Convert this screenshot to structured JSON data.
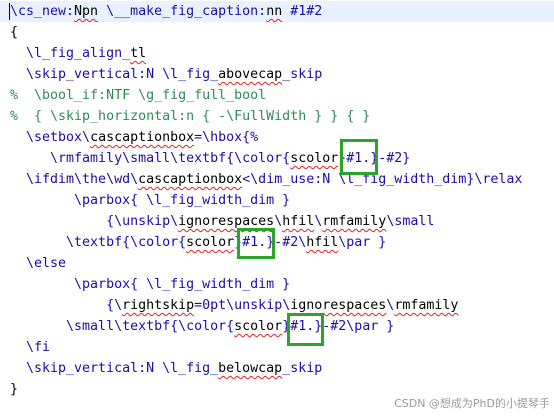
{
  "editor": {
    "lines": [
      [
        {
          "t": "\\cs_new:",
          "c": "cmd"
        },
        {
          "t": "Npn",
          "c": "sp"
        },
        {
          "t": " \\__make_fig_caption:",
          "c": "cmd"
        },
        {
          "t": "nn",
          "c": "sp"
        },
        {
          "t": " #1#2",
          "c": "cmd"
        }
      ],
      [
        {
          "t": "{",
          "c": "plain"
        }
      ],
      [
        {
          "t": "  \\l_fig_align_",
          "c": "cmd"
        },
        {
          "t": "tl",
          "c": "sp"
        }
      ],
      [
        {
          "t": "  \\skip_vertical:N \\l_fig_",
          "c": "cmd"
        },
        {
          "t": "abovecap",
          "c": "sp"
        },
        {
          "t": "_skip",
          "c": "cmd"
        }
      ],
      [
        {
          "t": "%  \\bool_if:NTF \\g_fig_full_bool",
          "c": "comment"
        }
      ],
      [
        {
          "t": "%  { \\skip_horizontal:n { -\\FullWidth } } { }",
          "c": "comment"
        }
      ],
      [
        {
          "t": "  \\setbox\\",
          "c": "cmd"
        },
        {
          "t": "cascaptionbox",
          "c": "sp"
        },
        {
          "t": "=\\hbox{%",
          "c": "cmd"
        }
      ],
      [
        {
          "t": "     \\rmfamily\\small\\textbf{\\color{",
          "c": "cmd"
        },
        {
          "t": "scolor",
          "c": "sp"
        },
        {
          "t": "}#1.}-#2}",
          "c": "cmd"
        }
      ],
      [
        {
          "t": "  \\ifdim\\the\\wd\\",
          "c": "cmd"
        },
        {
          "t": "cascaptionbox",
          "c": "sp"
        },
        {
          "t": "<\\dim_use:N \\l_fig_width_dim}\\relax",
          "c": "cmd"
        }
      ],
      [
        {
          "t": "        \\parbox{ \\l_fig_width_dim }",
          "c": "cmd"
        }
      ],
      [
        {
          "t": "            {\\unskip\\",
          "c": "cmd"
        },
        {
          "t": "ignorespaces",
          "c": "sp"
        },
        {
          "t": "\\",
          "c": "cmd"
        },
        {
          "t": "hfil",
          "c": "sp"
        },
        {
          "t": "\\",
          "c": "cmd"
        },
        {
          "t": "rmfamily",
          "c": "sp"
        },
        {
          "t": "\\small",
          "c": "cmd"
        }
      ],
      [
        {
          "t": "       \\textbf{\\color{",
          "c": "cmd"
        },
        {
          "t": "scolor",
          "c": "sp"
        },
        {
          "t": "}#1.}-#2\\",
          "c": "cmd"
        },
        {
          "t": "hfil",
          "c": "sp"
        },
        {
          "t": "\\par }",
          "c": "cmd"
        }
      ],
      [
        {
          "t": "  \\else",
          "c": "cmd"
        }
      ],
      [
        {
          "t": "        \\parbox{ \\l_fig_width_dim }",
          "c": "cmd"
        }
      ],
      [
        {
          "t": "            {\\",
          "c": "cmd"
        },
        {
          "t": "rightskip",
          "c": "sp"
        },
        {
          "t": "=0pt\\unskip\\",
          "c": "cmd"
        },
        {
          "t": "ignorespaces",
          "c": "sp"
        },
        {
          "t": "\\",
          "c": "cmd"
        },
        {
          "t": "rmfamily",
          "c": "sp"
        }
      ],
      [
        {
          "t": "       \\small\\textbf{\\color{",
          "c": "cmd"
        },
        {
          "t": "scolor",
          "c": "sp"
        },
        {
          "t": "}#1.}-#2\\par }",
          "c": "cmd"
        }
      ],
      [
        {
          "t": "  \\fi",
          "c": "cmd"
        }
      ],
      [
        {
          "t": "  \\skip_vertical:N \\l_fig_",
          "c": "cmd"
        },
        {
          "t": "belowcap",
          "c": "sp"
        },
        {
          "t": "_skip",
          "c": "cmd"
        }
      ],
      [
        {
          "t": "}",
          "c": "plain"
        }
      ]
    ]
  },
  "watermark": "CSDN @想成为PhD的小提琴手",
  "colors": {
    "command": "#1a0dab",
    "comment": "#2e8b57",
    "spellcheck_underline": "#e02020",
    "highlight_box": "#2ca32c",
    "current_line": "#e8f2fe"
  }
}
